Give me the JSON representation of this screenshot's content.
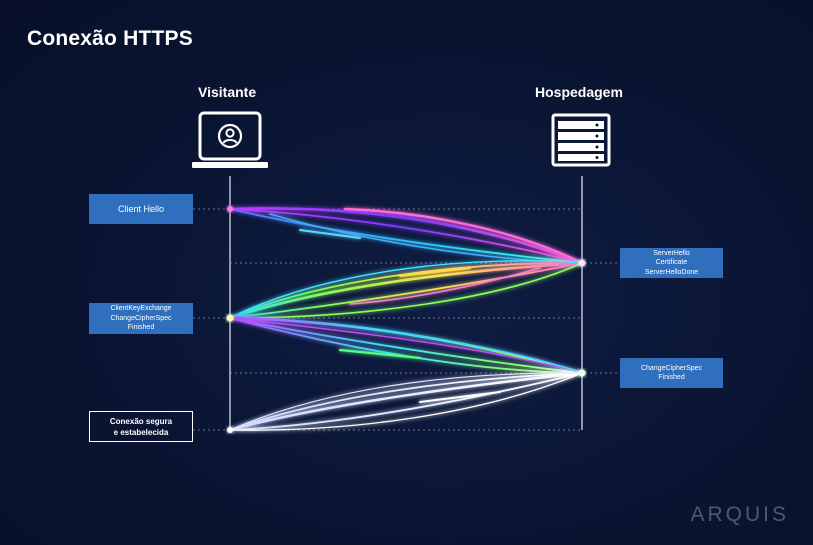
{
  "title": "Conexão HTTPS",
  "actors": {
    "client": {
      "label": "Visitante",
      "icon": "laptop-user-icon"
    },
    "server": {
      "label": "Hospedagem",
      "icon": "server-icon"
    }
  },
  "messages": {
    "client_hello": "Client Hello",
    "server_hello": "ServerHello\nCertificate\nServerHelloDone",
    "client_key_exchange": "ClientKeyExchange\nChangeCipherSpec\nFinished",
    "server_change_cipher": "ChangeCipherSpec\nFinished",
    "secure": "Conexão segura\ne estabelecida"
  },
  "brand": "ARQUIS",
  "colors": {
    "background": "#0b1533",
    "box": "#2f6fbe",
    "text": "#ffffff"
  }
}
